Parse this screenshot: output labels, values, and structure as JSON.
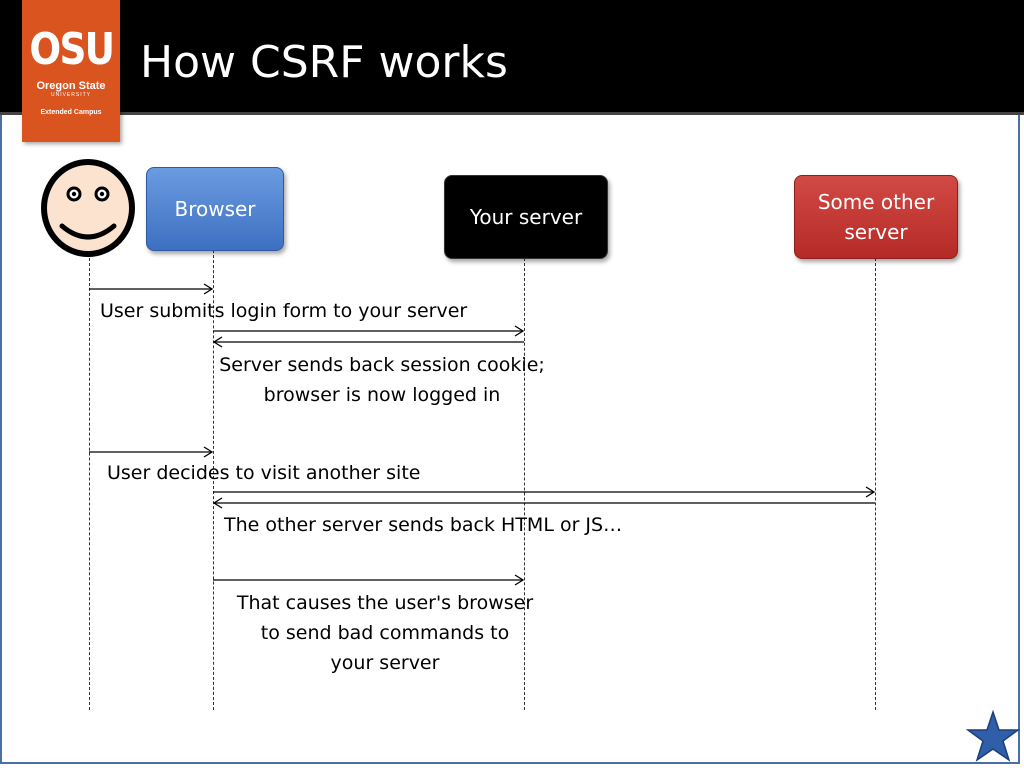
{
  "header": {
    "title": "How CSRF works",
    "logo": {
      "osu": "OSU",
      "name": "Oregon State",
      "university": "UNIVERSITY",
      "campus": "Extended Campus"
    }
  },
  "actors": {
    "user": "smiley-face-icon",
    "browser": "Browser",
    "your_server": "Your server",
    "other_server_line1": "Some other",
    "other_server_line2": "server"
  },
  "messages": {
    "m1": "User submits login form to your server",
    "m2_line1": "Server sends back session cookie;",
    "m2_line2": "browser is now logged in",
    "m3": "User decides to visit another site",
    "m4": "The other server sends back HTML or JS…",
    "m5_line1": "That causes the user's browser",
    "m5_line2": "to send bad commands to",
    "m5_line3": "your server"
  },
  "colors": {
    "title_bar": "#000000",
    "logo": "#d9541e",
    "browser": "#4a80d0",
    "your_server": "#000000",
    "other_server": "#c33a35",
    "star": "#2f5fa8"
  }
}
